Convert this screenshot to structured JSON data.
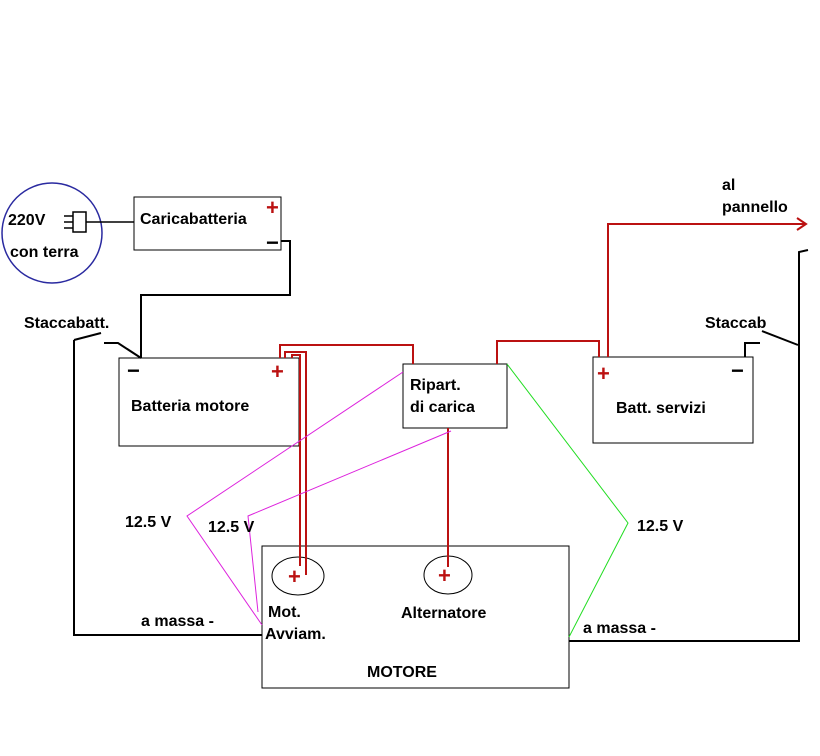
{
  "mains": {
    "voltage": "220V",
    "earth": "con terra"
  },
  "charger": {
    "label": "Caricabatteria",
    "plus": "+",
    "minus": "−"
  },
  "engine_battery": {
    "label": "Batteria motore",
    "plus": "+",
    "minus": "−"
  },
  "service_battery": {
    "label": "Batt. servizi",
    "plus": "+",
    "minus": "−"
  },
  "splitter": {
    "line1": "Ripart.",
    "line2": "di carica"
  },
  "engine": {
    "label": "MOTORE",
    "starter_line1": "Mot.",
    "starter_line2": "Avviam.",
    "alternator": "Alternatore",
    "terminal_plus": "+"
  },
  "switches": {
    "left": "Staccabatt.",
    "right": "Staccab"
  },
  "panel": {
    "line1": "al",
    "line2": "pannello"
  },
  "ground": {
    "left": "a massa -",
    "right": "a massa -"
  },
  "voltages": {
    "left_outer": "12.5 V",
    "left_inner": "12.5 V",
    "right": "12.5 V"
  },
  "colors": {
    "positive_wire": "#bb1111",
    "ground_wire": "#000000",
    "magenta": "#dd22dd",
    "green": "#22dd22",
    "panel_text": "#1a1a9a",
    "mains_circle": "#2a2aa0"
  }
}
